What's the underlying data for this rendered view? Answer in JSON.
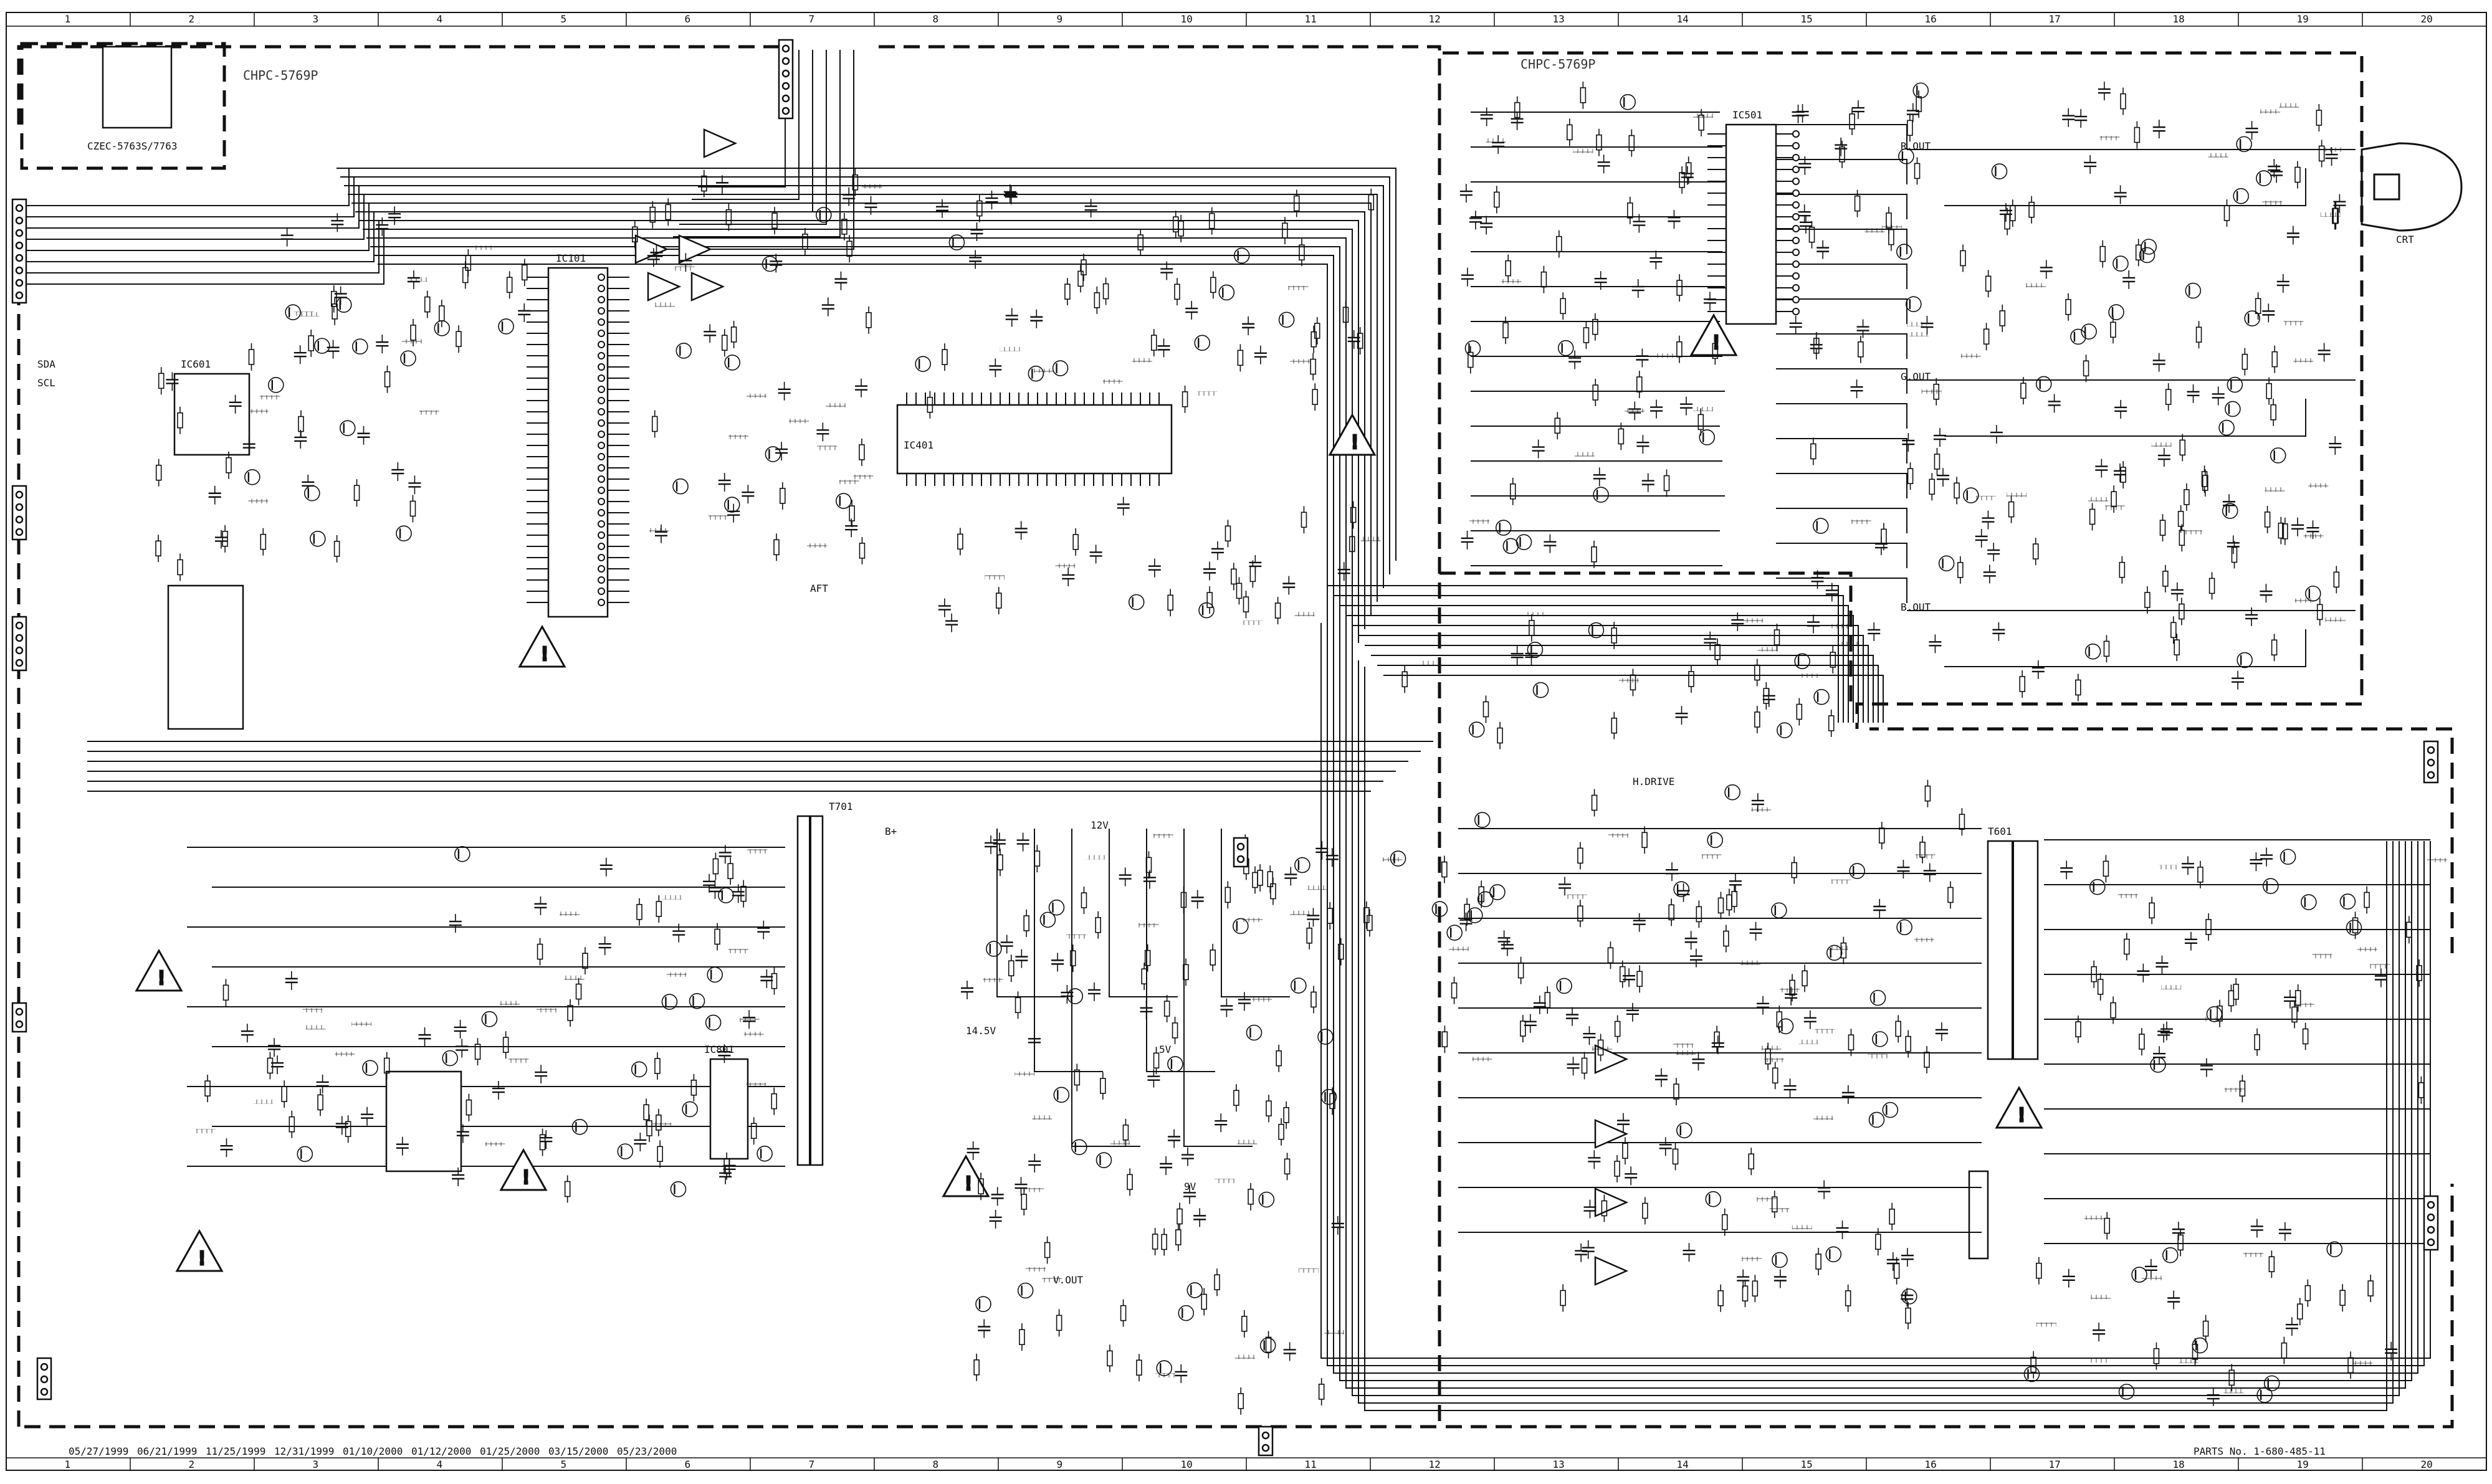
{
  "diagram": {
    "board_labels": [
      "CHPC-5769P",
      "CHPC-5769P"
    ],
    "top_left_connector": "CZEC-5763S/7763",
    "grid_columns": [
      "1",
      "2",
      "3",
      "4",
      "5",
      "6",
      "7",
      "8",
      "9",
      "10",
      "11",
      "12",
      "13",
      "14",
      "15",
      "16",
      "17",
      "18",
      "19",
      "20"
    ],
    "modules": {
      "ic_main": "IC101",
      "ic_jungle": "IC401",
      "ic_video": "IC501",
      "ic_power": "IC801",
      "ic_audio": "IC601",
      "flyback": "T701",
      "deflection": "T601",
      "crt": "CRT"
    },
    "nets": [
      "B+",
      "14.5V",
      "5V",
      "9V",
      "12V",
      "H.DRIVE",
      "V.OUT",
      "R.OUT",
      "G.OUT",
      "B.OUT",
      "AFT",
      "SDA",
      "SCL"
    ],
    "bottom_notes": [
      "05/27/1999",
      "06/21/1999",
      "11/25/1999",
      "12/31/1999",
      "01/10/2000",
      "01/12/2000",
      "01/25/2000",
      "03/15/2000",
      "05/23/2000"
    ],
    "parts_ref": "PARTS No. 1-680-485-11",
    "theme": {
      "ink": "#111111",
      "paper": "#ffffff"
    }
  }
}
